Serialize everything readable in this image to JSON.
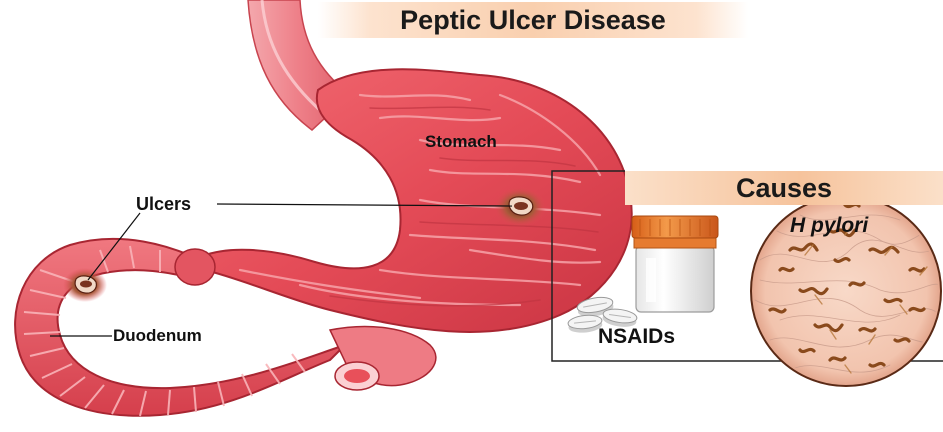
{
  "title": "Peptic Ulcer Disease",
  "labels": {
    "stomach": "Stomach",
    "ulcers": "Ulcers",
    "duodenum": "Duodenum"
  },
  "causes": {
    "heading": "Causes",
    "nsaids": "NSAIDs",
    "h_pylori": "H pylori"
  },
  "colors": {
    "tissue": "#e8505a",
    "tissue_light": "#f79aa0",
    "tissue_dark": "#b92a36",
    "banner": "#f9cfae",
    "pill_cap": "#e8782a",
    "bacteria": "#9a5a22"
  }
}
